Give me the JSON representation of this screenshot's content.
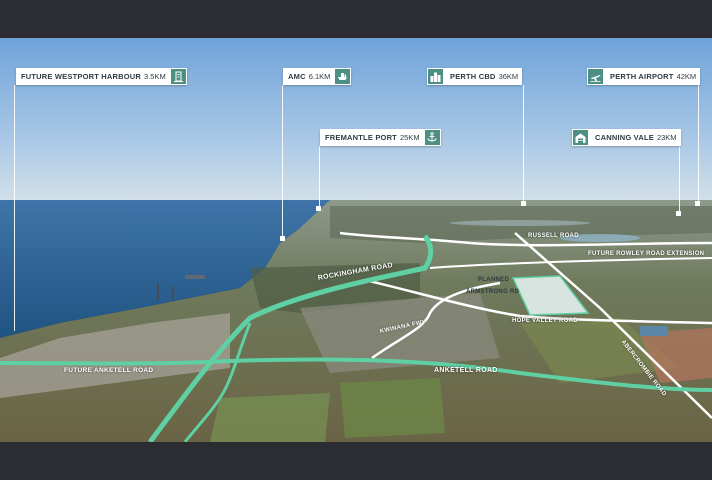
{
  "callouts": [
    {
      "name": "FUTURE WESTPORT HARBOUR",
      "distance": "3.5KM",
      "icon": "harbour-building-icon"
    },
    {
      "name": "AMC",
      "distance": "6.1KM",
      "icon": "ship-icon"
    },
    {
      "name": "PERTH CBD",
      "distance": "36KM",
      "icon": "city-buildings-icon"
    },
    {
      "name": "PERTH AIRPORT",
      "distance": "42KM",
      "icon": "airplane-icon"
    },
    {
      "name": "FREMANTLE PORT",
      "distance": "25KM",
      "icon": "anchor-icon"
    },
    {
      "name": "CANNING VALE",
      "distance": "23KM",
      "icon": "warehouse-icon"
    }
  ],
  "roads": {
    "russell": "RUSSELL ROAD",
    "rowley": "FUTURE ROWLEY ROAD EXTENSION",
    "rockingham": "ROCKINGHAM ROAD",
    "planned": "PLANNED",
    "armstrong": "ARMSTRONG RD",
    "hope_valley": "HOPE VALLEY ROAD",
    "kwinana": "KWINANA FWY",
    "anketell_future": "FUTURE ANKETELL ROAD",
    "anketell": "ANKETELL ROAD",
    "abercrombie": "ABERCROMBIE ROAD"
  },
  "colors": {
    "accent": "#4e8f85",
    "highlight_road": "#5fd0a4",
    "frame": "#2b2d33"
  }
}
